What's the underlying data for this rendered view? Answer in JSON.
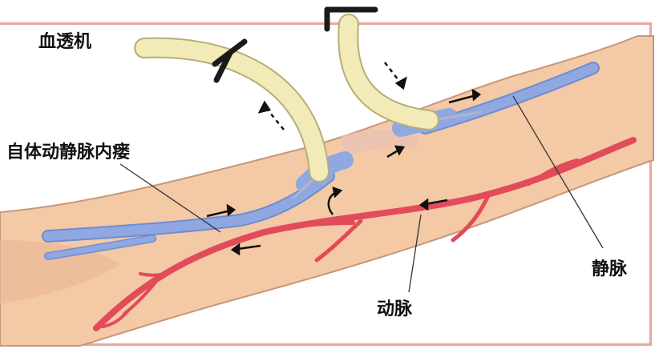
{
  "labels": {
    "machine": "血透机",
    "fistula": "自体动静脉内瘘",
    "vein": "静脉",
    "artery": "动脉"
  },
  "colors": {
    "skin": "#f3c9a6",
    "skin_outline": "#c8977a",
    "vein": "#8fa8e2",
    "vein_outline": "#6f8ccf",
    "artery": "#e24b5a",
    "tube": "#f2ebb8",
    "tube_outline": "#b6ad78",
    "frame": "#e8a89a",
    "clamp": "#1a1a1a"
  }
}
